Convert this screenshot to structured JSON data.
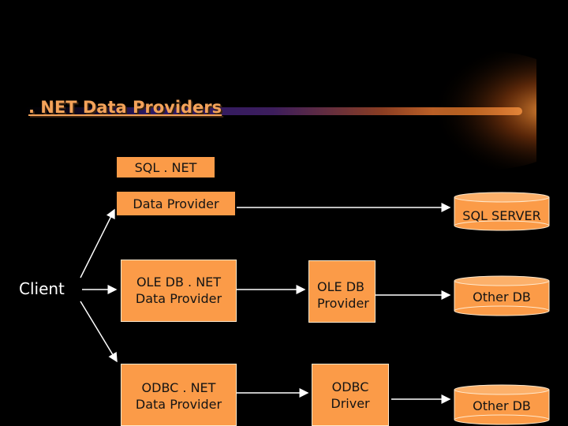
{
  "slide": {
    "title": ". NET Data Providers",
    "accent_color": "#fb9b48",
    "background_color": "#000000"
  },
  "client": {
    "label": "Client"
  },
  "sql_provider": {
    "line1": "SQL . NET",
    "line2": "Data Provider"
  },
  "oledb_net_provider": {
    "line1": "OLE DB . NET",
    "line2": "Data Provider"
  },
  "odbc_net_provider": {
    "line1": "ODBC . NET",
    "line2": "Data Provider"
  },
  "oledb_provider": {
    "line1": "OLE DB",
    "line2": "Provider"
  },
  "odbc_driver": {
    "line1": "ODBC",
    "line2": "Driver"
  },
  "databases": {
    "sql_server": "SQL SERVER",
    "other_db_1": "Other DB",
    "other_db_2": "Other DB"
  }
}
